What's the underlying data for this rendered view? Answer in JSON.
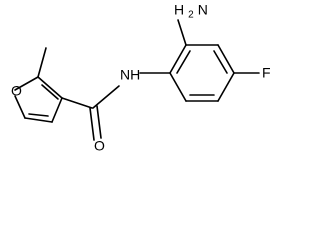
{
  "molecule": {
    "labels": {
      "amino": "H",
      "amino_sub": "2",
      "amino_n": "N",
      "amide_nh": "NH",
      "fluorine": "F",
      "furan_oxygen": "O",
      "carbonyl_oxygen": "O"
    }
  }
}
